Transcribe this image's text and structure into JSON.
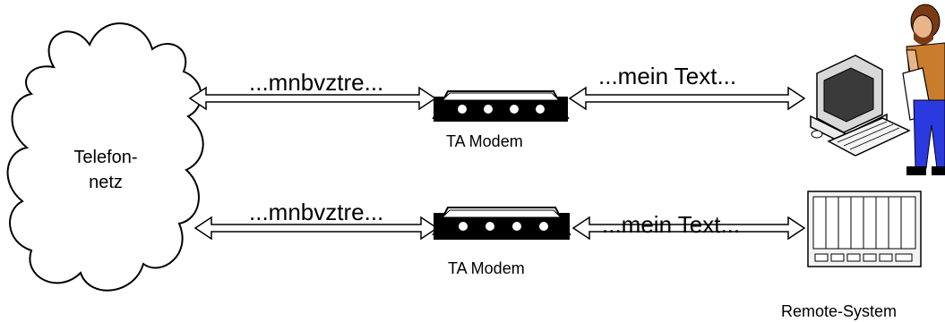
{
  "cloud": {
    "line1": "Telefon-",
    "line2": "netz"
  },
  "rows": [
    {
      "left_text": "...mnbvztre...",
      "right_text": "...mein Text...",
      "modem_label": "TA Modem"
    },
    {
      "left_text": "...mnbvztre...",
      "right_text": "...mein Text...",
      "modem_label": "TA Modem"
    }
  ],
  "remote_label": "Remote-System",
  "colors": {
    "stroke": "#000000",
    "fill": "#ffffff",
    "skin": "#e8b488",
    "shirt": "#c87c2c",
    "pants": "#2a3ae0",
    "hair": "#7a3a14"
  }
}
